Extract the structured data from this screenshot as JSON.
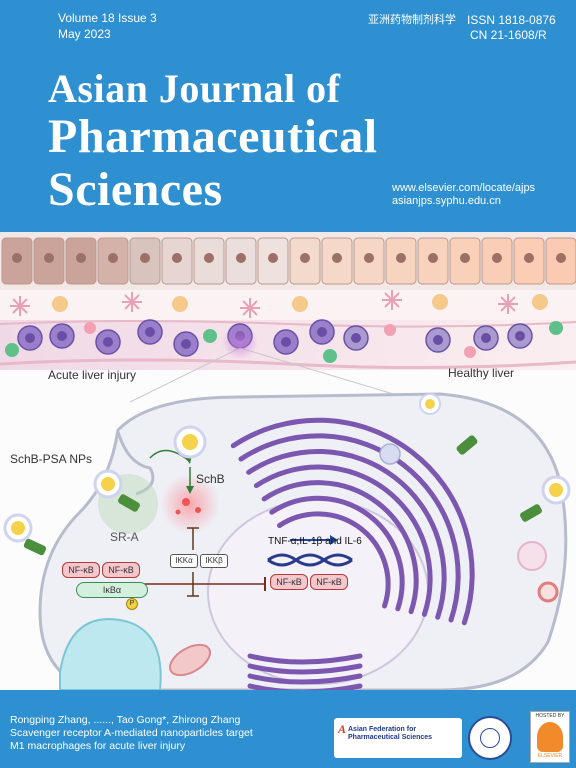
{
  "header": {
    "volume_issue": "Volume 18  Issue 3",
    "date": "May  2023",
    "chinese_title": "亚洲药物制剂科学",
    "issn": "ISSN 1818-0876",
    "cn": "CN 21-1608/R",
    "title_line1": "Asian Journal of",
    "title_line2": "Pharmaceutical",
    "title_line3": "Sciences",
    "url1": "www.elsevier.com/locate/ajps",
    "url2": "asianjps.syphu.edu.cn"
  },
  "figure": {
    "label_acute": "Acute liver injury",
    "label_healthy": "Healthy liver",
    "label_nps": "SchB-PSA NPs",
    "label_schb": "SchB",
    "label_sra": "SR-A",
    "label_nfkb": "NF-κB",
    "label_ikba": "IκBα",
    "label_p": "P",
    "label_ikka": "IKKα",
    "label_ikkb": "IKKβ",
    "label_cytokines": "TNF-α,IL-1β and IL-6"
  },
  "footer": {
    "authors": "Rongping Zhang, ......, Tao Gong*, Zhirong Zhang",
    "article_line1": "Scavenger receptor A-mediated nanoparticles target",
    "article_line2": "M1 macrophages for acute liver injury",
    "logo_text": "Asian Federation for Pharmaceutical Sciences",
    "hosted_by": "HOSTED BY",
    "elsevier": "ELSEVIER"
  },
  "colors": {
    "header_blue": "#2e8fd1",
    "purple": "#7b57b0",
    "pink": "#f4b7b3"
  }
}
